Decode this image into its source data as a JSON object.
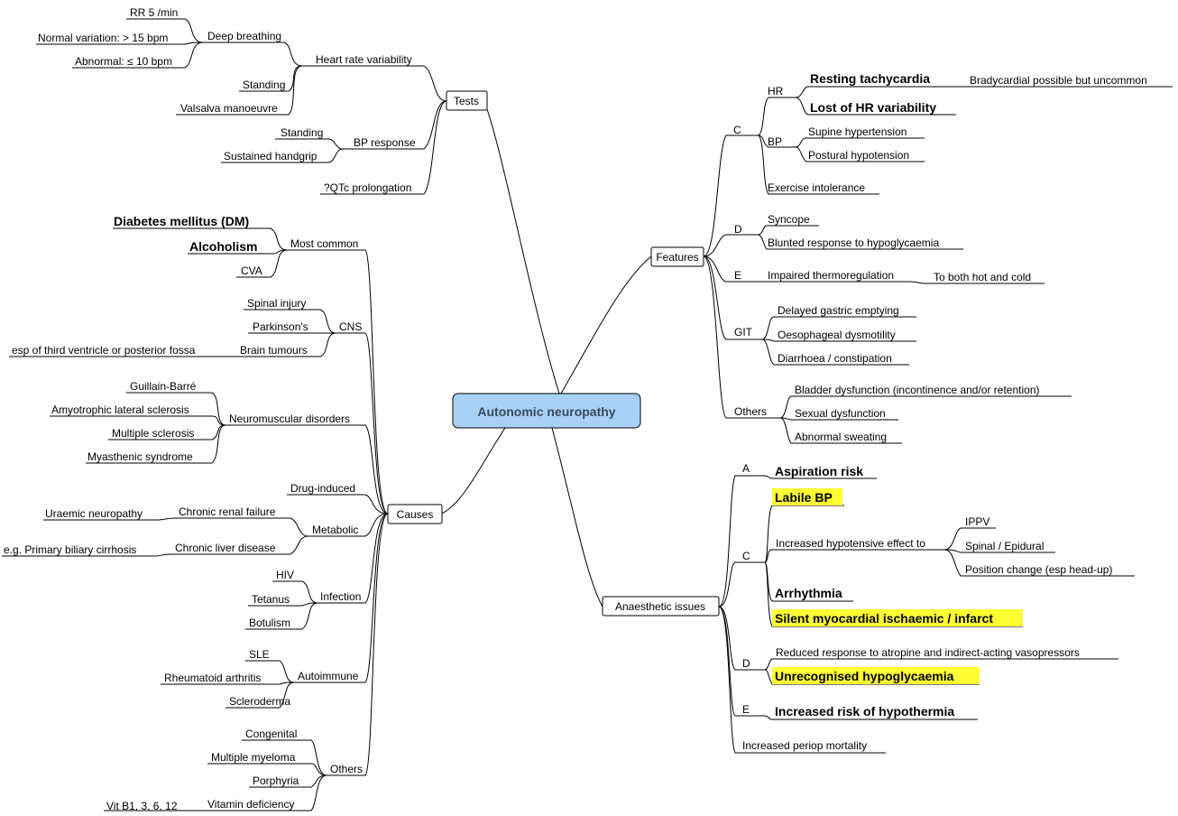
{
  "central": "Autonomic neuropathy",
  "tests": {
    "label": "Tests",
    "hrv": {
      "label": "Heart rate variability",
      "deep_breathing": {
        "label": "Deep breathing",
        "items": [
          "RR 5 /min",
          "Normal variation: > 15 bpm",
          "Abnormal: ≤ 10 bpm"
        ]
      },
      "standing": "Standing",
      "valsalva": "Valsalva manoeuvre"
    },
    "bp": {
      "label": "BP response",
      "items": [
        "Standing",
        "Sustained handgrip"
      ]
    },
    "qtc": "?QTc prolongation"
  },
  "causes": {
    "label": "Causes",
    "most_common": {
      "label": "Most common",
      "items": [
        "Diabetes mellitus (DM)",
        "Alcoholism",
        "CVA"
      ]
    },
    "cns": {
      "label": "CNS",
      "items": [
        "Spinal injury",
        "Parkinson's",
        "Brain tumours"
      ],
      "brain_tumours_note": "esp of third ventricle or posterior fossa"
    },
    "neuromuscular": {
      "label": "Neuromuscular disorders",
      "items": [
        "Guillain-Barré",
        "Amyotrophic lateral sclerosis",
        "Multiple sclerosis",
        "Myasthenic syndrome"
      ]
    },
    "drug": "Drug-induced",
    "metabolic": {
      "label": "Metabolic",
      "renal": {
        "label": "Chronic renal failure",
        "note": "Uraemic neuropathy"
      },
      "liver": {
        "label": "Chronic liver disease",
        "note": "e.g. Primary biliary cirrhosis"
      }
    },
    "infection": {
      "label": "Infection",
      "items": [
        "HIV",
        "Tetanus",
        "Botulism"
      ]
    },
    "autoimmune": {
      "label": "Autoimmune",
      "items": [
        "SLE",
        "Rheumatoid arthritis",
        "Scleroderma"
      ]
    },
    "others": {
      "label": "Others",
      "items": [
        "Congenital",
        "Multiple myeloma",
        "Porphyria"
      ],
      "vitamin": {
        "label": "Vitamin deficiency",
        "note": "Vit B1, 3, 6, 12"
      }
    }
  },
  "features": {
    "label": "Features",
    "c": {
      "label": "C",
      "hr": {
        "label": "HR",
        "resting": "Resting tachycardia",
        "resting_note": "Bradycardial possible but uncommon",
        "lost": "Lost of HR variability"
      },
      "bp": {
        "label": "BP",
        "items": [
          "Supine hypertension",
          "Postural hypotension"
        ]
      },
      "exercise": "Exercise intolerance"
    },
    "d": {
      "label": "D",
      "items": [
        "Syncope",
        "Blunted response to hypoglycaemia"
      ]
    },
    "e": {
      "label": "E",
      "item": "Impaired thermoregulation",
      "note": "To both hot and cold"
    },
    "git": {
      "label": "GIT",
      "items": [
        "Delayed gastric emptying",
        "Oesophageal dysmotility",
        "Diarrhoea / constipation"
      ]
    },
    "others": {
      "label": "Others",
      "items": [
        "Bladder dysfunction (incontinence and/or retention)",
        "Sexual dysfunction",
        "Abnormal sweating"
      ]
    }
  },
  "anaesthetic": {
    "label": "Anaesthetic issues",
    "a": {
      "label": "A",
      "item": "Aspiration risk"
    },
    "c": {
      "label": "C",
      "labile": "Labile BP",
      "hypotensive": {
        "label": "Increased hypotensive effect to",
        "items": [
          "IPPV",
          "Spinal / Epidural",
          "Position change (esp head-up)"
        ]
      },
      "arrhythmia": "Arrhythmia",
      "silent": "Silent myocardial ischaemic / infarct"
    },
    "d": {
      "label": "D",
      "items": [
        "Reduced response to atropine and indirect-acting vasopressors",
        "Unrecognised hypoglycaemia"
      ]
    },
    "e": {
      "label": "E",
      "item": "Increased risk of hypothermia"
    },
    "mortality": "Increased periop mortality"
  },
  "colors": {
    "central_fill": "#a9d1f7",
    "highlight": "#ffff33",
    "line": "#000000"
  }
}
